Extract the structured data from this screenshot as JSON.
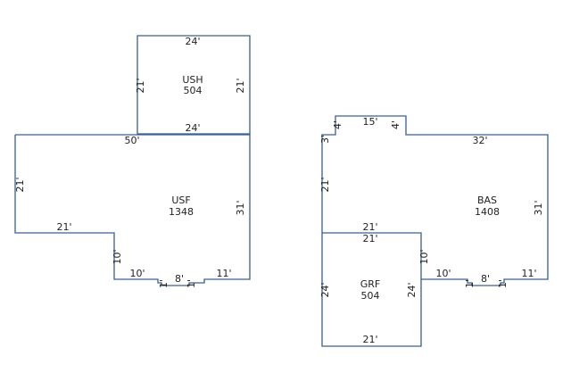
{
  "colors": {
    "wall": "#3a5f8f",
    "text": "#222222",
    "background": "#ffffff"
  },
  "areas": {
    "ush": {
      "name": "USH",
      "size": "504"
    },
    "usf": {
      "name": "USF",
      "size": "1348"
    },
    "bas": {
      "name": "BAS",
      "size": "1408"
    },
    "grf": {
      "name": "GRF",
      "size": "504"
    }
  },
  "dims": {
    "ush_top": "24'",
    "ush_left": "21'",
    "ush_right": "21'",
    "ush_bottom": "24'",
    "usf_top": "50'",
    "usf_left": "21'",
    "usf_right": "31'",
    "usf_step": "21'",
    "usf_notch_left": "10'",
    "usf_bottom_left": "10'",
    "usf_entry": "8'",
    "usf_bottom_right": "11'",
    "usf_tick_a": "1'",
    "usf_tick_b": "1'",
    "bas_top_bump": "15'",
    "bas_bump_left": "4'",
    "bas_bump_right": "4'",
    "bas_corner": "3'",
    "bas_top": "32'",
    "bas_left": "21'",
    "bas_right": "31'",
    "bas_mid": "21'",
    "bas_notch": "10'",
    "bas_bottom_left": "10'",
    "bas_entry": "8'",
    "bas_bottom_right": "11'",
    "bas_tick_a": "1'",
    "bas_tick_b": "1'",
    "grf_top": "21'",
    "grf_left": "24'",
    "grf_right": "24'",
    "grf_bottom": "21'"
  }
}
